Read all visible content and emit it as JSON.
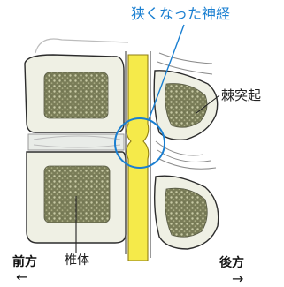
{
  "labels": {
    "narrowed_nerve": "狭くなった神経",
    "spinous_process": "棘突起",
    "vertebral_body": "椎体",
    "front": "前方",
    "back": "後方"
  },
  "arrows": {
    "front": "←",
    "back": "→"
  },
  "colors": {
    "background": "#ffffff",
    "bone_fill": "#eff0e4",
    "bone_outline": "#2c2c2c",
    "cancellous": "#6d7050",
    "nerve_yellow": "#f5ea4a",
    "highlight_circle": "#1a7fd1",
    "title_text": "#1a7fd1"
  }
}
